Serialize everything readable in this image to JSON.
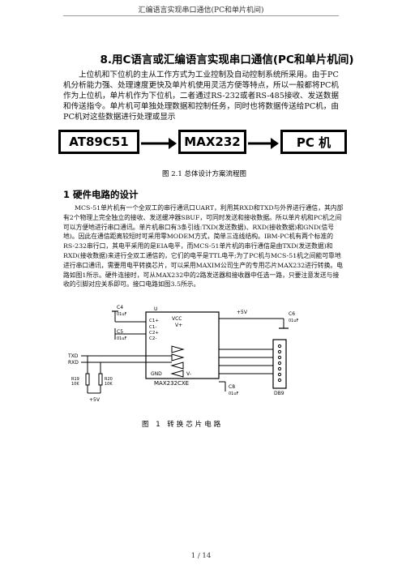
{
  "header": {
    "running_title": "汇编语言实现串口通信(PC和单片机间)"
  },
  "article": {
    "title": "8.用C语言或汇编语言实现串口通信(PC和单片机间)",
    "intro": "上位机和下位机的主从工作方式为工业控制及自动控制系统所采用。由于PC机分析能力强、处理速度更快及单片机使用灵活方便等特点，所以一般都将PC机作为上位机，单片机作为下位机，二者通过RS-232或者RS-485接收、发送数据和传送指令。单片机可单独处理数据和控制任务，同时也将数据传送给PC机，由PC机对这些数据进行处理或显示",
    "section1_heading": "1  硬件电路的设计",
    "section1_body": "MCS-51单片机有一个全双工的串行通讯口UART，利用其RXD和TXD与外界进行通信，其内部有2个物理上完全独立的接收、发送缓冲器SBUF，可同时发送和接收数据。所以单片机和PC机之间可以方便地进行串口通讯。单片机串口有3条引线:TXD(发送数据)、RXD(接收数据)和GND(信号地)。因此在通信距离较短时可采用零MODEM方式，简单三连线结构。IBM-PC机有两个标准的RS-232串行口，其电平采用的是EIA电平，而MCS-51单片机的串行通信是由TXD(发送数据)和RXD(接收数据)来进行全双工通信的，它们的电平是TTL电平;为了PC机与MCS-51机之间能可靠地进行串口通讯，需要用电平转换芯片，可以采用MAXIM公司生产的专用芯片MAX232进行转换。电路如图1所示。硬件连接时，可从MAX232中的2路发送器和接收器中任选一路，只要注意发送与接收的引脚对应关系即可。接口电路如图3.5所示。"
  },
  "figure1": {
    "boxes": [
      "AT89C51",
      "MAX232",
      "PC 机"
    ],
    "caption": "图 2.1 总体设计方案流程图"
  },
  "figure2": {
    "caption": "图 1  转换芯片电路",
    "chip_label": "MAX232CXE",
    "connector_label": "DB9",
    "labels": {
      "c4": "C4",
      "c5": "C5",
      "c6": "C6",
      "c8": "C8",
      "cap_val": "01uF",
      "u": "U",
      "vcc": "VCC",
      "vplus": "V+",
      "vminus": "V-",
      "gnd": "GND",
      "vcc_supply": "+5V",
      "pull_supply": "+5V",
      "txd": "TXD",
      "rxd": "RXD",
      "r19": "R19",
      "r20": "R20",
      "rval": "10K",
      "c1p": "C1+",
      "c1n": "C1-",
      "c2p": "C2+",
      "c2n": "C2-"
    }
  },
  "footer": {
    "page": "1 / 14"
  }
}
